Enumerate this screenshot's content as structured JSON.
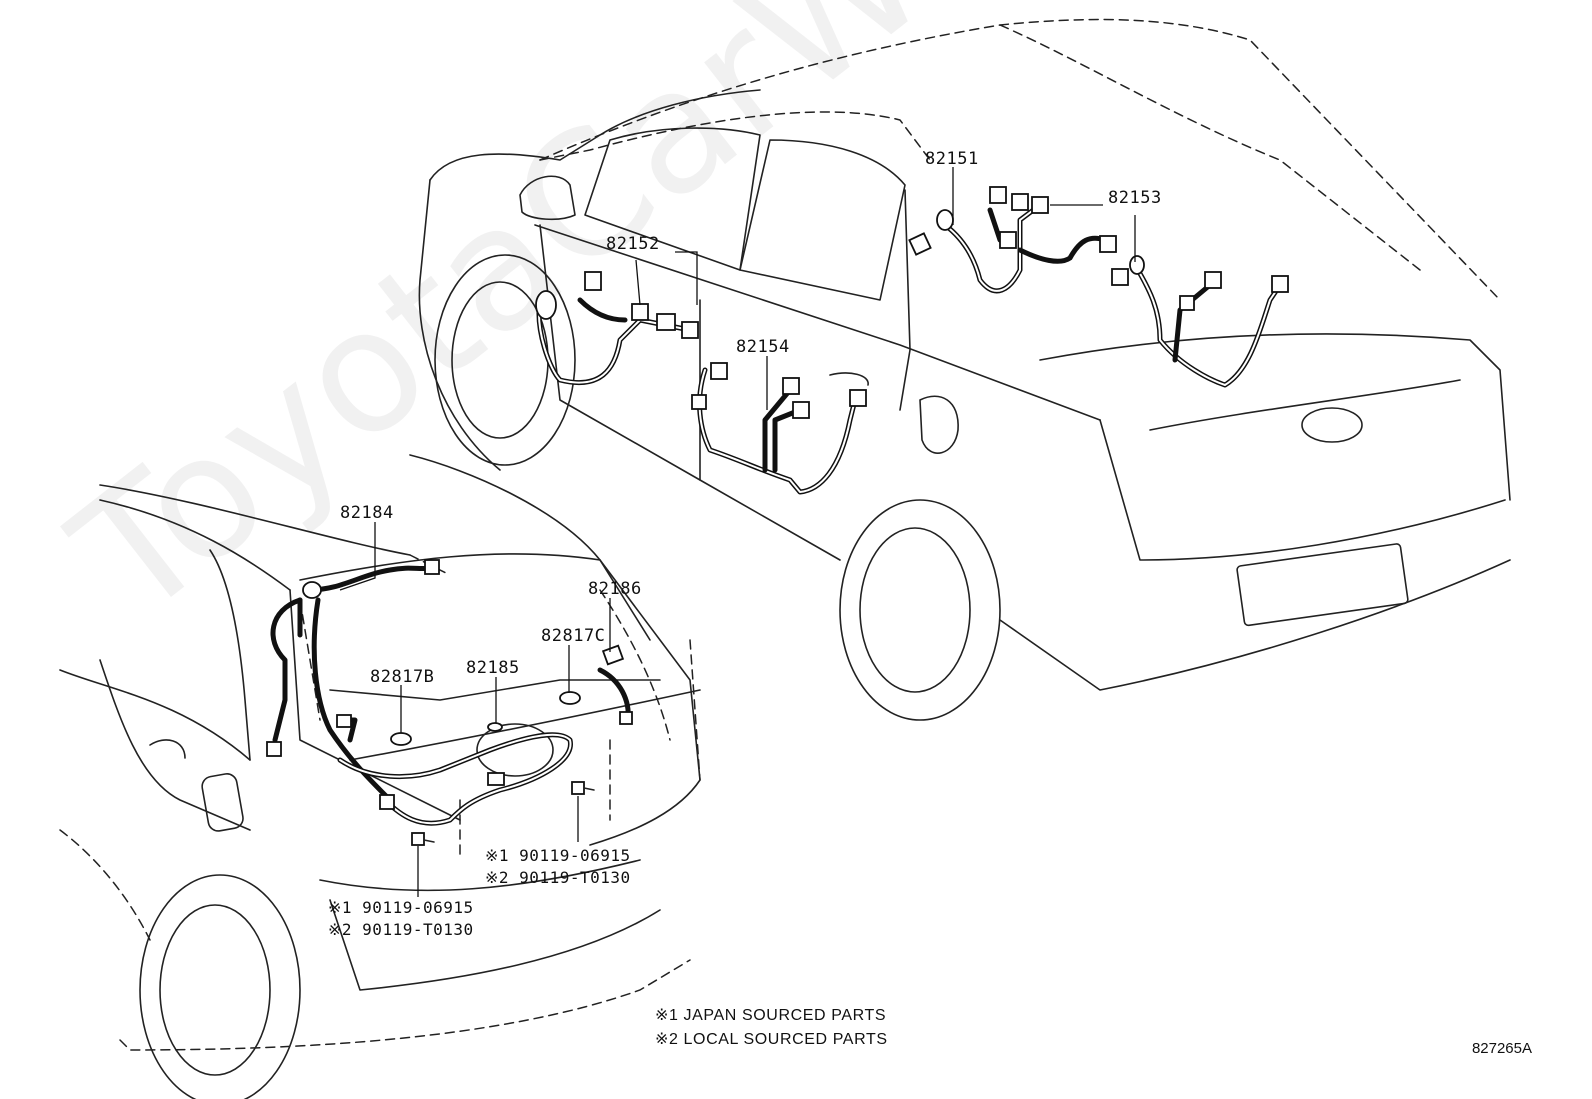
{
  "watermark": "ToyotaCarWire.ru",
  "parts": {
    "p82151": "82151",
    "p82152": "82152",
    "p82153": "82153",
    "p82154": "82154",
    "p82184": "82184",
    "p82186": "82186",
    "p82817C": "82817C",
    "p82817B": "82817B",
    "p82185": "82185"
  },
  "bolts": {
    "right_japan": "※1 90119-06915",
    "right_local": "※2 90119-T0130",
    "left_japan": "※1 90119-06915",
    "left_local": "※2 90119-T0130"
  },
  "notes": {
    "japan": "※1 JAPAN SOURCED PARTS",
    "local": "※2 LOCAL SOURCED PARTS"
  },
  "diagram_id": "827265A"
}
